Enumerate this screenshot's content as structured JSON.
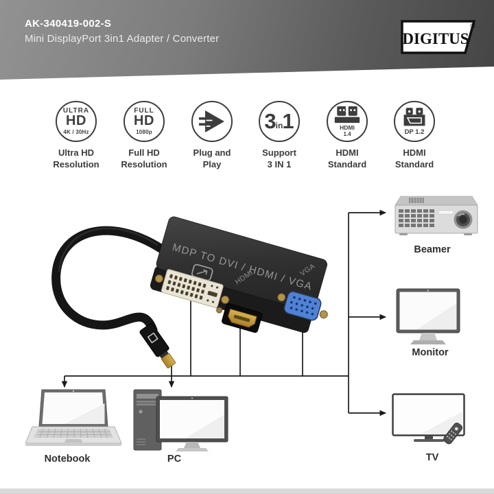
{
  "header": {
    "sku": "AK-340419-002-S",
    "subtitle": "Mini DisplayPort 3in1 Adapter / Converter",
    "brand": "DIGITUS",
    "registered": "®"
  },
  "features": [
    {
      "badge_top": "ULTRA",
      "badge_main": "HD",
      "badge_sub": "4K / 30Hz",
      "caption1": "Ultra HD",
      "caption2": "Resolution"
    },
    {
      "badge_top": "FULL",
      "badge_main": "HD",
      "badge_sub": "1080p",
      "caption1": "Full HD",
      "caption2": "Resolution"
    },
    {
      "caption1": "Plug and",
      "caption2": "Play"
    },
    {
      "badge_big1": "3",
      "badge_small": "in",
      "badge_big2": "1",
      "caption1": "Support",
      "caption2": "3 IN 1"
    },
    {
      "badge_line1": "HDMI",
      "badge_line2": "1.4",
      "caption1": "HDMI",
      "caption2": "Standard"
    },
    {
      "badge_line1": "DP 1.2",
      "caption1": "HDMI",
      "caption2": "Standard"
    }
  ],
  "adapter": {
    "print_label": "MDP TO DVI / HDMI / VGA",
    "hdmi_port_label": "HDMI",
    "vga_port_label": "VGA"
  },
  "devices": {
    "beamer": "Beamer",
    "monitor": "Monitor",
    "tv": "TV",
    "notebook": "Notebook",
    "pc": "PC"
  },
  "colors": {
    "header_light": "#929292",
    "header_dark": "#454545",
    "adapter_body": "#2e2e2e",
    "dvi_ivory": "#e9e4d4",
    "hdmi_gold": "#c8a03c",
    "vga_blue": "#4f81d6",
    "line_black": "#1a1a1a",
    "device_gray": "#dcdcdc",
    "bottom_strip": "#d9d9d9"
  }
}
